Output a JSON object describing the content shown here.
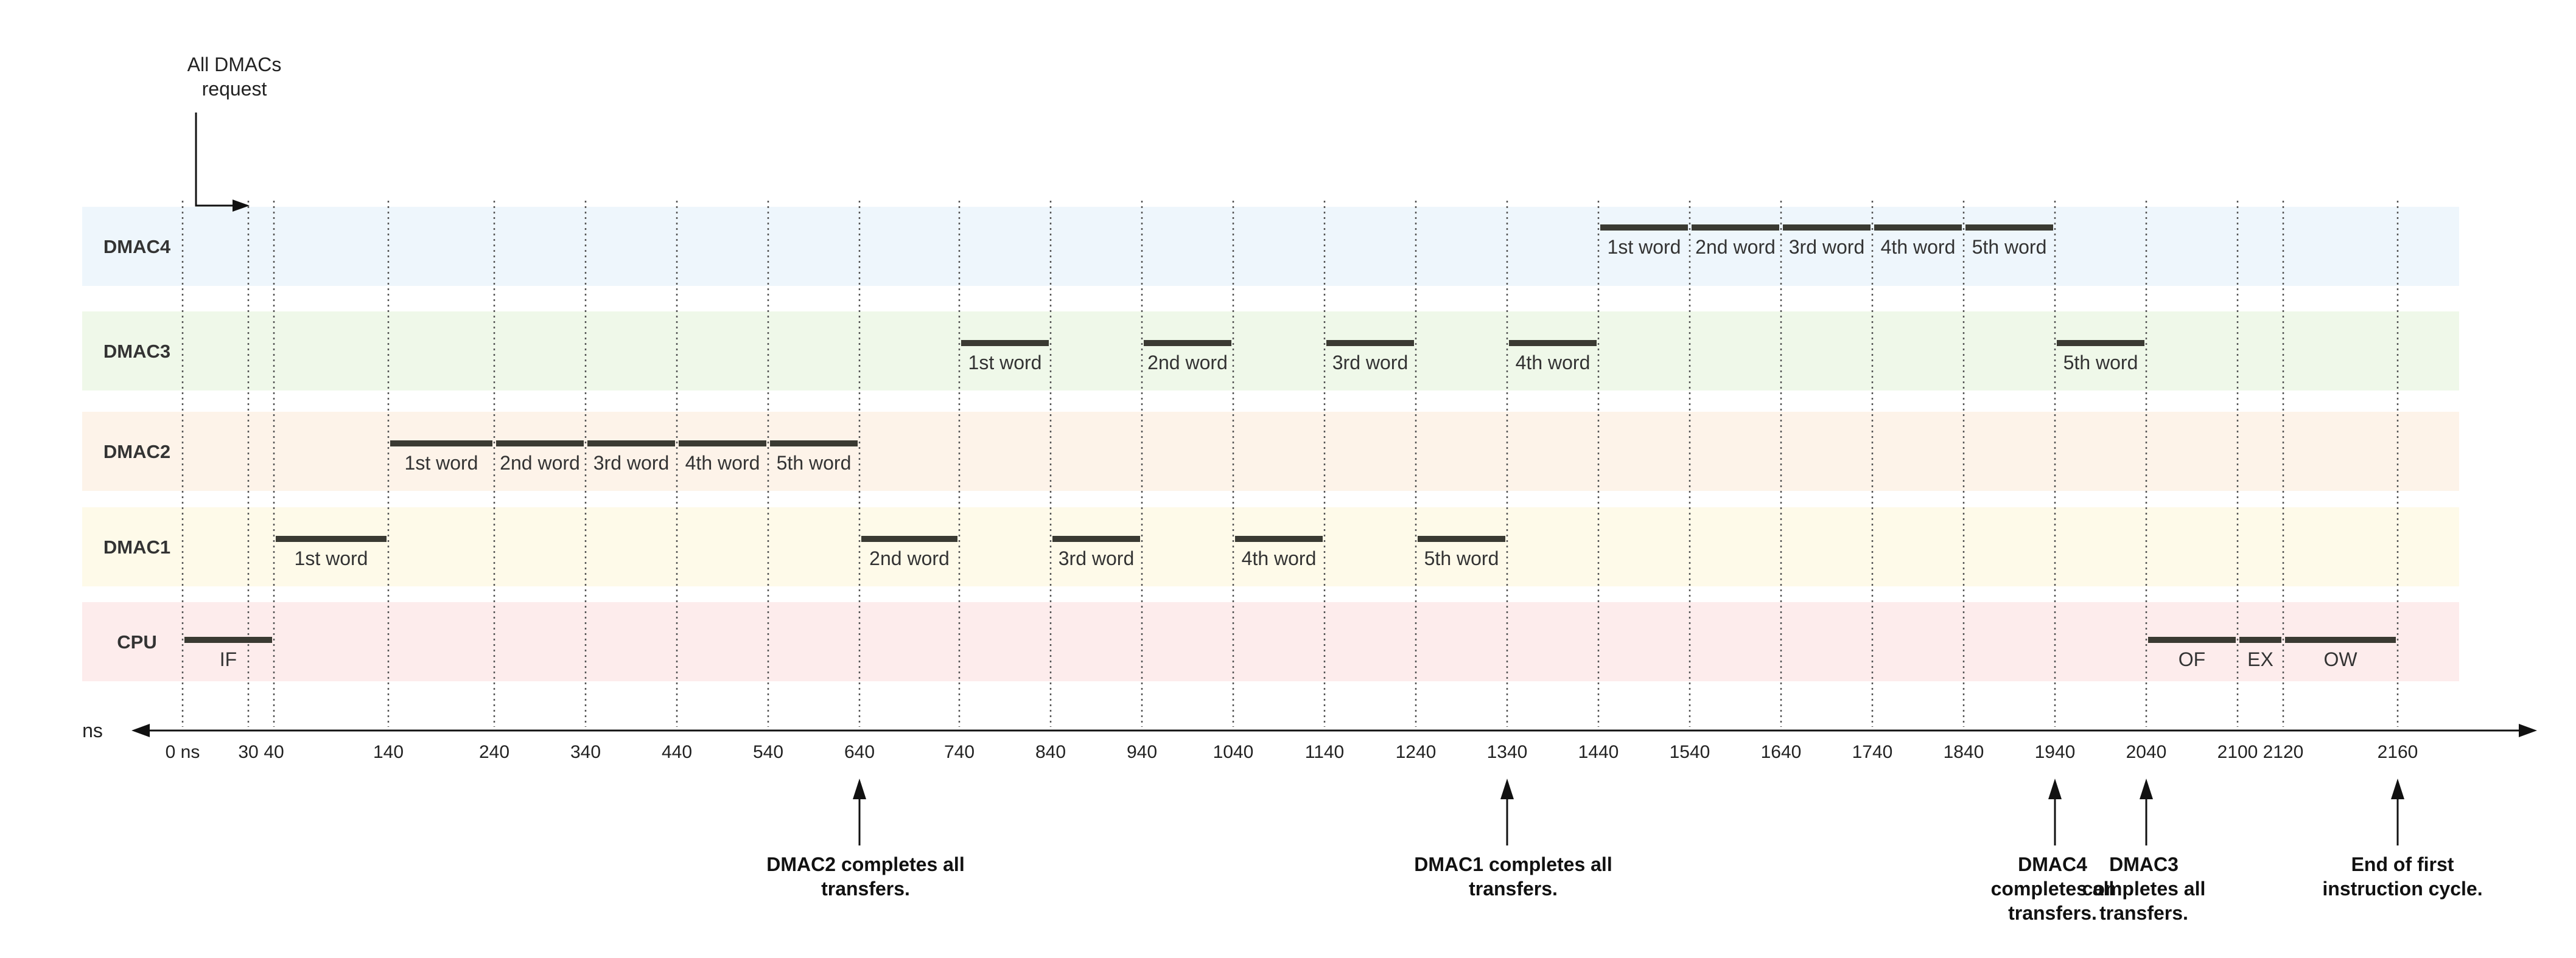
{
  "top_note": [
    "All DMACs",
    "request"
  ],
  "axis_unit": "ns",
  "colors": {
    "DMAC4": "#eef6fc",
    "DMAC3": "#eff8e9",
    "DMAC2": "#fdf3e9",
    "DMAC1": "#fefae9",
    "CPU": "#fdecec",
    "bar": "#3a3a32",
    "axis": "#111111"
  },
  "ticks": [
    {
      "label": "0 ns",
      "t": 0
    },
    {
      "label": "30",
      "t": 30
    },
    {
      "label": "40",
      "t": 40
    },
    {
      "label": "140",
      "t": 140
    },
    {
      "label": "240",
      "t": 240
    },
    {
      "label": "340",
      "t": 340
    },
    {
      "label": "440",
      "t": 440
    },
    {
      "label": "540",
      "t": 540
    },
    {
      "label": "640",
      "t": 640
    },
    {
      "label": "740",
      "t": 740
    },
    {
      "label": "840",
      "t": 840
    },
    {
      "label": "940",
      "t": 940
    },
    {
      "label": "1040",
      "t": 1040
    },
    {
      "label": "1140",
      "t": 1140
    },
    {
      "label": "1240",
      "t": 1240
    },
    {
      "label": "1340",
      "t": 1340
    },
    {
      "label": "1440",
      "t": 1440
    },
    {
      "label": "1540",
      "t": 1540
    },
    {
      "label": "1640",
      "t": 1640
    },
    {
      "label": "1740",
      "t": 1740
    },
    {
      "label": "1840",
      "t": 1840
    },
    {
      "label": "1940",
      "t": 1940
    },
    {
      "label": "2040",
      "t": 2040
    },
    {
      "label": "2100",
      "t": 2100
    },
    {
      "label": "2120",
      "t": 2120
    },
    {
      "label": "2160",
      "t": 2160
    }
  ],
  "rows": [
    {
      "name": "DMAC4",
      "segments": [
        {
          "start": 1440,
          "end": 1540,
          "label": "1st word"
        },
        {
          "start": 1540,
          "end": 1640,
          "label": "2nd word"
        },
        {
          "start": 1640,
          "end": 1740,
          "label": "3rd word"
        },
        {
          "start": 1740,
          "end": 1840,
          "label": "4th word"
        },
        {
          "start": 1840,
          "end": 1940,
          "label": "5th word"
        }
      ]
    },
    {
      "name": "DMAC3",
      "segments": [
        {
          "start": 740,
          "end": 840,
          "label": "1st word"
        },
        {
          "start": 940,
          "end": 1040,
          "label": "2nd word"
        },
        {
          "start": 1140,
          "end": 1240,
          "label": "3rd word"
        },
        {
          "start": 1340,
          "end": 1440,
          "label": "4th word"
        },
        {
          "start": 1940,
          "end": 2040,
          "label": "5th word"
        }
      ]
    },
    {
      "name": "DMAC2",
      "segments": [
        {
          "start": 140,
          "end": 240,
          "label": "1st word"
        },
        {
          "start": 240,
          "end": 340,
          "label": "2nd word"
        },
        {
          "start": 340,
          "end": 440,
          "label": "3rd word"
        },
        {
          "start": 440,
          "end": 540,
          "label": "4th word"
        },
        {
          "start": 540,
          "end": 640,
          "label": "5th word"
        }
      ]
    },
    {
      "name": "DMAC1",
      "segments": [
        {
          "start": 40,
          "end": 140,
          "label": "1st word"
        },
        {
          "start": 640,
          "end": 740,
          "label": "2nd word"
        },
        {
          "start": 840,
          "end": 940,
          "label": "3rd word"
        },
        {
          "start": 1040,
          "end": 1140,
          "label": "4th word"
        },
        {
          "start": 1240,
          "end": 1340,
          "label": "5th word"
        }
      ]
    },
    {
      "name": "CPU",
      "segments": [
        {
          "start": 0,
          "end": 40,
          "label": "IF"
        },
        {
          "start": 2040,
          "end": 2100,
          "label": "OF"
        },
        {
          "start": 2100,
          "end": 2120,
          "label": "EX"
        },
        {
          "start": 2120,
          "end": 2160,
          "label": "OW"
        }
      ]
    }
  ],
  "annotations": [
    {
      "t": 640,
      "lines": [
        "DMAC2 completes all",
        "transfers."
      ]
    },
    {
      "t": 1340,
      "lines": [
        "DMAC1 completes all",
        "transfers."
      ]
    },
    {
      "t": 1940,
      "lines": [
        "DMAC4",
        "completes all",
        "transfers."
      ]
    },
    {
      "t": 2040,
      "lines": [
        "DMAC3",
        "completes all",
        "transfers."
      ]
    },
    {
      "t": 2160,
      "lines": [
        "End of first",
        "instruction cycle."
      ]
    }
  ]
}
